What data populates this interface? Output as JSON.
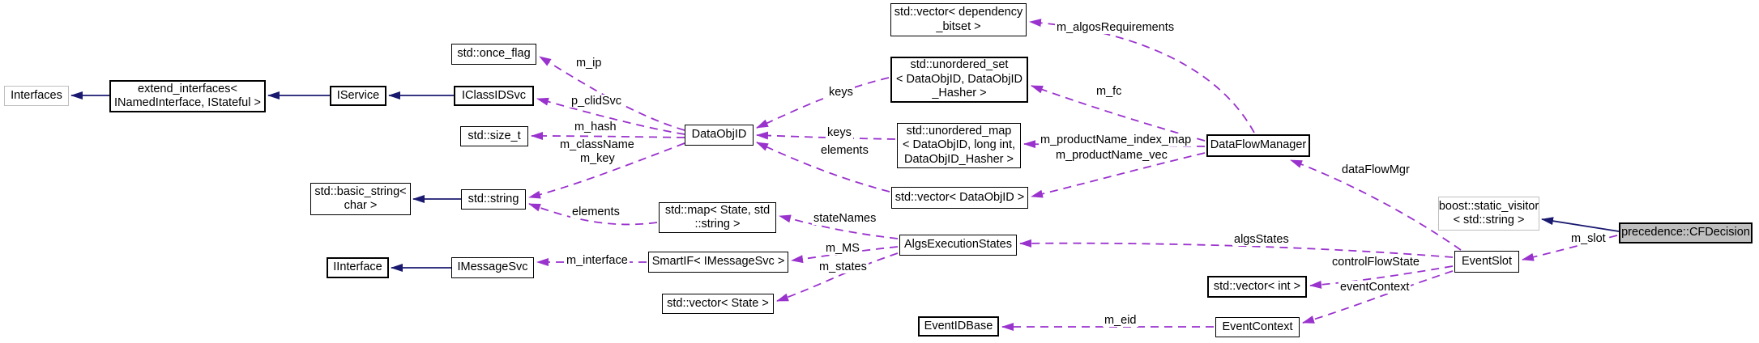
{
  "diagram": {
    "type": "doxygen-collaboration-graph",
    "main_class": "precedence::CFDecision",
    "colors": {
      "inheritance_edge": "#191970",
      "usage_edge": "#9a32cd",
      "node_fill": "#ffffff",
      "node_border": "#000000",
      "external_node_border": "#bfbfbf",
      "selected_node_fill": "#bfbfbf"
    },
    "nodes": {
      "interfaces": "Interfaces",
      "extend_interfaces": "extend_interfaces<\nINamedInterface, IStateful >",
      "iservice": "IService",
      "once_flag": "std::once_flag",
      "iclassidsvc": "IClassIDSvc",
      "size_t": "std::size_t",
      "dataobjid": "DataObjID",
      "basic_string": "std::basic_string<\nchar >",
      "string": "std::string",
      "map_state_string": "std::map< State, std\n::string >",
      "iinterface": "IInterface",
      "imessagesvc": "IMessageSvc",
      "smartif": "SmartIF< IMessageSvc >",
      "vector_state": "std::vector< State >",
      "algs_execution_states": "AlgsExecutionStates",
      "vector_dependency_bitset": "std::vector< dependency\n_bitset >",
      "unordered_set": "std::unordered_set\n< DataObjID, DataObjID\n_Hasher >",
      "unordered_map": "std::unordered_map\n< DataObjID, long int,\nDataObjID_Hasher >",
      "vector_dataobjid": "std::vector< DataObjID >",
      "dataflowmanager": "DataFlowManager",
      "boost_static_visitor": "boost::static_visitor\n< std::string >",
      "eventslot": "EventSlot",
      "cfdecision": "precedence::CFDecision",
      "vector_int": "std::vector< int >",
      "eventcontext": "EventContext",
      "eventidbase": "EventIDBase"
    },
    "edge_labels": {
      "m_ip": "m_ip",
      "p_clidSvc": "p_clidSvc",
      "m_hash": "m_hash",
      "m_className": "m_className",
      "m_key": "m_key",
      "elements_string": "elements",
      "m_interface": "m_interface",
      "keys_set": "keys",
      "keys_map": "keys",
      "elements_dataobjid": "elements",
      "stateNames": "stateNames",
      "m_MS": "m_MS",
      "m_states": "m_states",
      "m_algosRequirements": "m_algosRequirements",
      "m_fc": "m_fc",
      "m_productName_index_map": "m_productName_index_map",
      "m_productName_vec": "m_productName_vec",
      "dataFlowMgr": "dataFlowMgr",
      "algsStates": "algsStates",
      "controlFlowState": "controlFlowState",
      "eventContext": "eventContext",
      "m_slot": "m_slot",
      "m_eid": "m_eid"
    }
  }
}
